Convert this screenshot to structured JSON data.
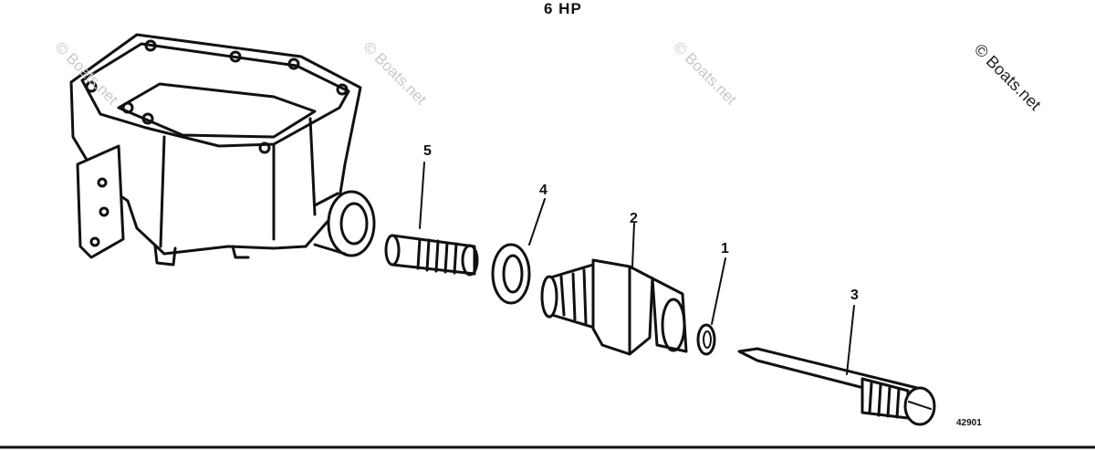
{
  "diagram": {
    "title": "6 HP",
    "figure_number": "42901",
    "watermark": "© Boats.net",
    "callouts": [
      "5",
      "4",
      "2",
      "1",
      "3"
    ]
  },
  "colors": {
    "line": "#111111",
    "watermark": "#c8c8c8"
  }
}
